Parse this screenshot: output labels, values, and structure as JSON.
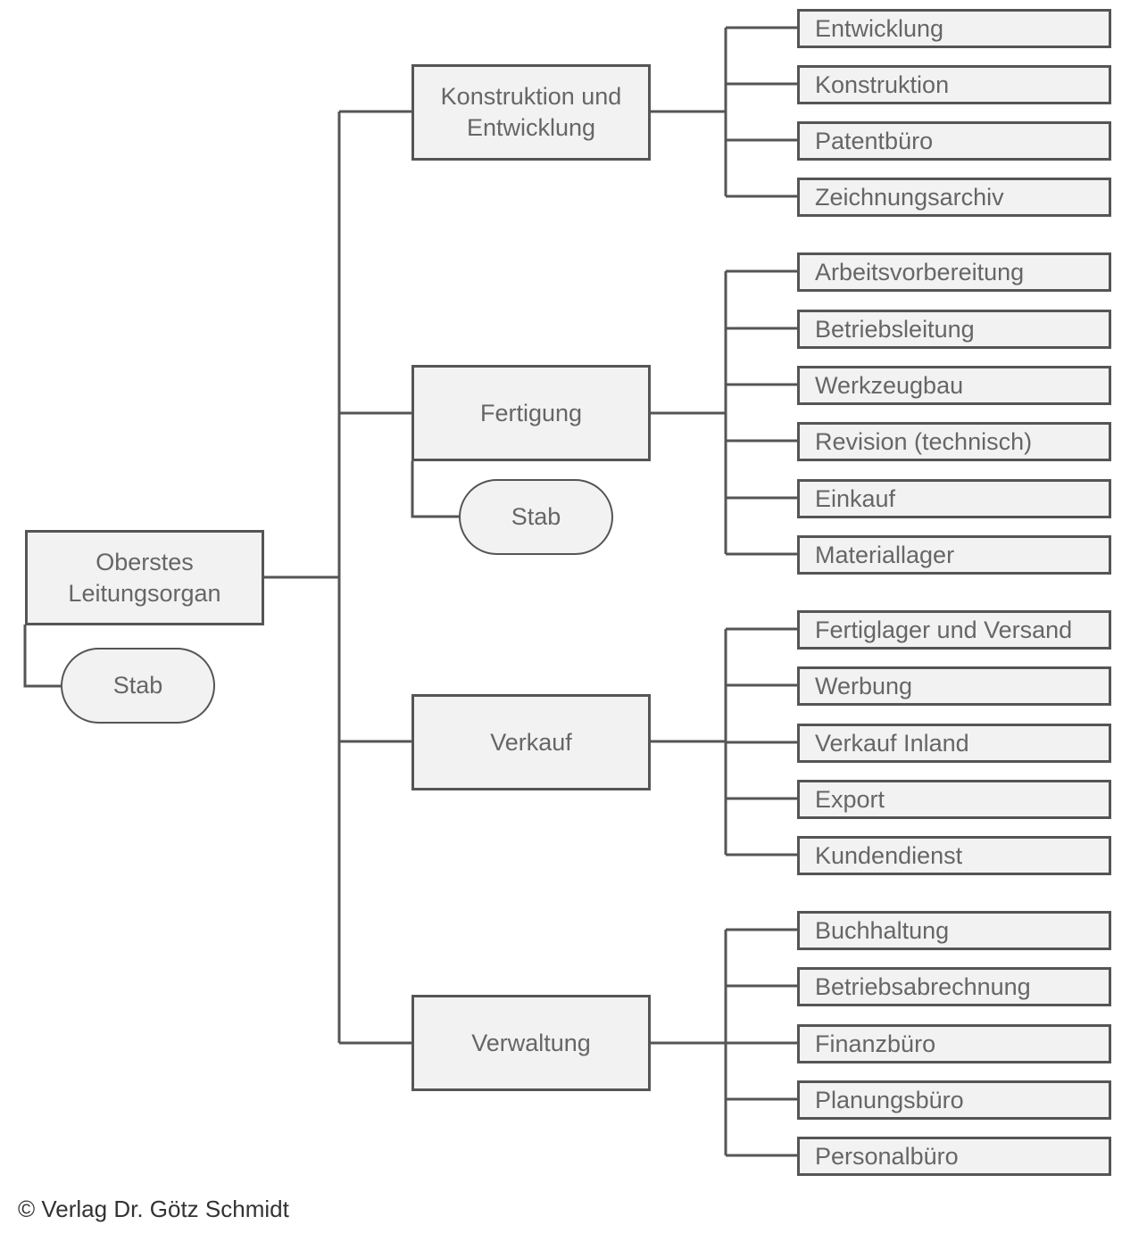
{
  "root": {
    "line1": "Oberstes",
    "line2": "Leitungsorgan",
    "stab": "Stab"
  },
  "departments": [
    {
      "line1": "Konstruktion und",
      "line2": "Entwicklung",
      "units": [
        "Entwicklung",
        "Konstruktion",
        "Patentbüro",
        "Zeichnungsarchiv"
      ]
    },
    {
      "line1": "Fertigung",
      "stab": "Stab",
      "units": [
        "Arbeitsvorbereitung",
        "Betriebsleitung",
        "Werkzeugbau",
        "Revision (technisch)",
        "Einkauf",
        "Materiallager"
      ]
    },
    {
      "line1": "Verkauf",
      "units": [
        "Fertiglager und Versand",
        "Werbung",
        "Verkauf Inland",
        "Export",
        "Kundendienst"
      ]
    },
    {
      "line1": "Verwaltung",
      "units": [
        "Buchhaltung",
        "Betriebsabrechnung",
        "Finanzbüro",
        "Planungsbüro",
        "Personalbüro"
      ]
    }
  ],
  "colors": {
    "box_fill": "#f2f2f2",
    "stroke": "#555555",
    "text": "#666666"
  },
  "copyright": "© Verlag Dr. Götz Schmidt"
}
